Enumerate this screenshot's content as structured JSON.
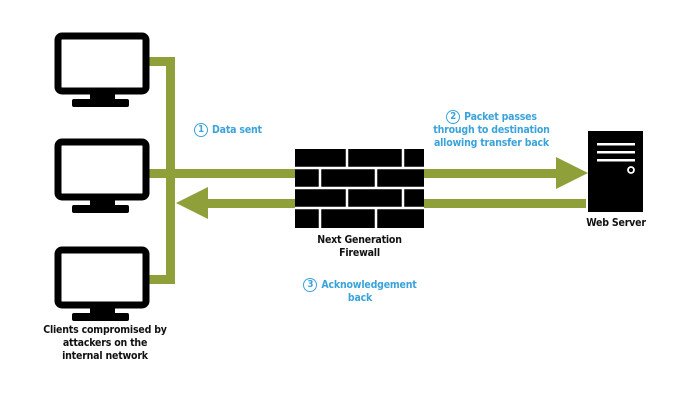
{
  "colors": {
    "link": "#8fa03a",
    "device": "#000000",
    "step_text": "#3aa3da",
    "label_text": "#111111"
  },
  "clients": {
    "icon": "monitor-icon",
    "count": 3,
    "label_lines": [
      "Clients compromised by",
      "attackers on the",
      "internal network"
    ]
  },
  "firewall": {
    "icon": "brick-wall-icon",
    "label_lines": [
      "Next Generation",
      "Firewall"
    ]
  },
  "server": {
    "icon": "server-tower-icon",
    "label": "Web Server"
  },
  "steps": [
    {
      "number": "1",
      "lines": [
        "Data sent"
      ]
    },
    {
      "number": "2",
      "lines": [
        "Packet passes",
        "through to destination",
        "allowing transfer back"
      ]
    },
    {
      "number": "3",
      "lines": [
        "Acknowledgement",
        "back"
      ]
    }
  ],
  "arrows": [
    {
      "from": "clients",
      "to": "server",
      "step": "1-2",
      "direction": "right"
    },
    {
      "from": "server",
      "to": "clients",
      "step": "3",
      "direction": "left"
    }
  ]
}
